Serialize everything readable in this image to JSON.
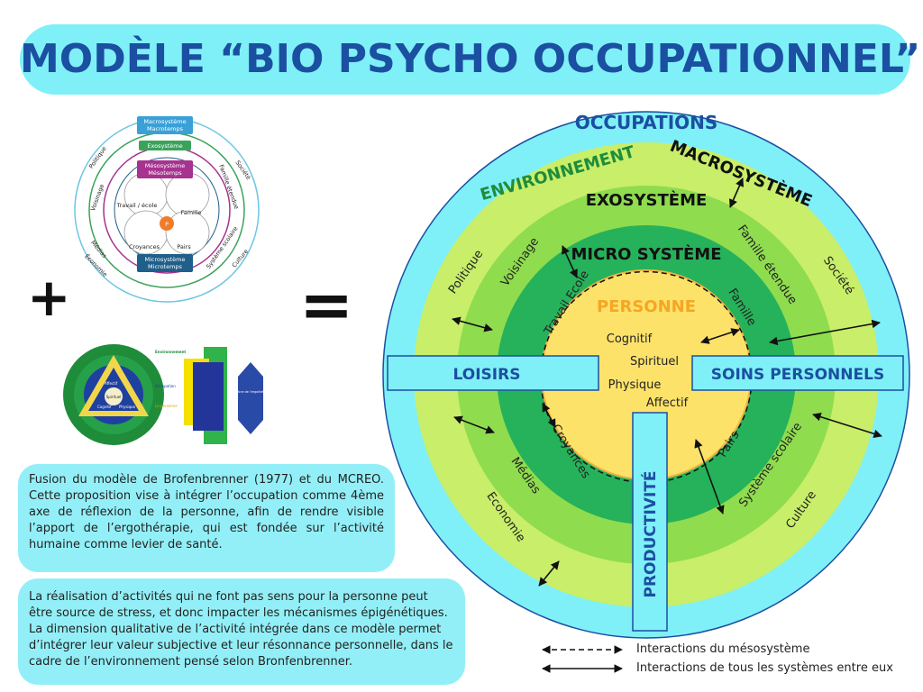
{
  "title": "MODÈLE “BIO PSYCHO OCCUPATIONNEL”",
  "operators": {
    "plus": "+",
    "equals": "="
  },
  "small_diagram_1": {
    "macro": [
      "Macrosystème",
      "Macrotemps"
    ],
    "exo": "Exosystème",
    "meso": [
      "Mésosystème",
      "Mésotemps"
    ],
    "micro": [
      "Microsystème",
      "Microtemps"
    ],
    "center": "P",
    "circles": [
      "Travail / école",
      "Famille",
      "Croyances",
      "Pairs"
    ],
    "outer_left": [
      "Politique",
      "Voisinage",
      "Médias",
      "Économie"
    ],
    "outer_right": [
      "Société",
      "Famille étendue",
      "Système scolaire",
      "Culture"
    ]
  },
  "small_diagram_2": {
    "labels": [
      "Environnement",
      "Occupation",
      "La personne",
      "Domaine de l'ergothérapie",
      "Affectif",
      "Spirituel",
      "Cognitif",
      "Physique"
    ]
  },
  "main_diagram": {
    "occupations": "OCCUPATIONS",
    "environnement": "ENVIRONNEMENT",
    "macrosysteme": "MACROSYSTÈME",
    "exosysteme": "EXOSYSTÈME",
    "microsysteme": "MICRO SYSTÈME",
    "personne": "PERSONNE",
    "person_traits": [
      "Cognitif",
      "Spirituel",
      "Physique",
      "Affectif"
    ],
    "micro_items": [
      "Travail Ecole",
      "Famille",
      "Croyances",
      "Pairs"
    ],
    "exo_items": [
      "Voisinage",
      "Famille étendue",
      "Médias",
      "Système scolaire"
    ],
    "macro_items": [
      "Politique",
      "Société",
      "Economie",
      "Culture"
    ],
    "bar_left": "LOISIRS",
    "bar_right": "SOINS PERSONNELS",
    "bar_bottom": "PRODUCTIVITÉ"
  },
  "text_box_1": "Fusion du modèle de Brofenbrenner (1977) et du MCREO. Cette proposition vise à intégrer l’occupation comme 4ème axe de réflexion de la personne, afin de rendre visible l’apport de l’ergothérapie, qui est fondée sur l’activité humaine comme levier de santé.",
  "text_box_2": "La réalisation d’activités qui ne font pas sens pour la personne peut être source de stress, et donc impacter les mécanismes épigénétiques. La dimension qualitative de l’activité intégrée dans ce modèle permet d’intégrer leur valeur subjective et leur résonnance personnelle, dans le cadre de l’environnement pensé selon Bronfenbrenner.",
  "legend": {
    "dashed": "Interactions du mésosystème",
    "solid": "Interactions de tous les systèmes entre eux"
  },
  "colors": {
    "title_bg": "#7ff0f7",
    "title_text": "#1b4fa1",
    "occupations_ring": "#7ff0f7",
    "macro_ring": "#c8ee6a",
    "exo_ring": "#8fdc4f",
    "micro_ring": "#26b25a",
    "person_core": "#fde26a",
    "bar_fill": "#7ff0f7",
    "bar_text": "#1b4fa1"
  }
}
